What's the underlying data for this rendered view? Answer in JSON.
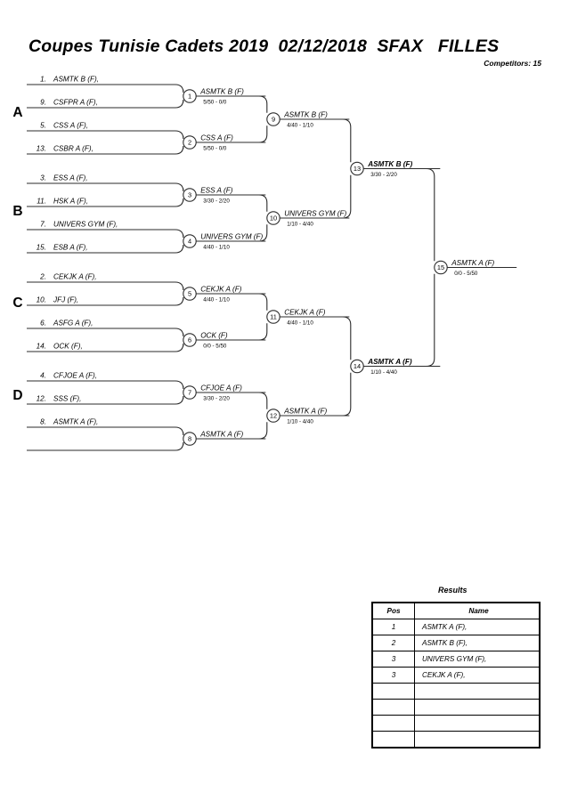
{
  "header": {
    "title": "Coupes Tunisie Cadets 2019  02/12/2018  SFAX   FILLES",
    "competitors_label": "Competitors: 15"
  },
  "groups": [
    {
      "letter": "A"
    },
    {
      "letter": "B"
    },
    {
      "letter": "C"
    },
    {
      "letter": "D"
    }
  ],
  "round1_entries": [
    {
      "seed": "1.",
      "name": "ASMTK B (F),"
    },
    {
      "seed": "9.",
      "name": "CSFPR A (F),"
    },
    {
      "seed": "5.",
      "name": "CSS A (F),"
    },
    {
      "seed": "13.",
      "name": "CSBR A (F),"
    },
    {
      "seed": "3.",
      "name": "ESS A (F),"
    },
    {
      "seed": "11.",
      "name": "HSK A (F),"
    },
    {
      "seed": "7.",
      "name": "UNIVERS GYM (F),"
    },
    {
      "seed": "15.",
      "name": "ESB A (F),"
    },
    {
      "seed": "2.",
      "name": "CEKJK A (F),"
    },
    {
      "seed": "10.",
      "name": "JFJ (F),"
    },
    {
      "seed": "6.",
      "name": "ASFG A (F),"
    },
    {
      "seed": "14.",
      "name": "OCK (F),"
    },
    {
      "seed": "4.",
      "name": "CFJOE A (F),"
    },
    {
      "seed": "12.",
      "name": "SSS (F),"
    },
    {
      "seed": "8.",
      "name": "ASMTK A (F),"
    },
    {
      "seed": "",
      "name": ""
    }
  ],
  "matches": [
    {
      "number": "1",
      "winner": "ASMTK B (F)",
      "score": "5/50 - 0/0",
      "bold": false
    },
    {
      "number": "2",
      "winner": "CSS A (F)",
      "score": "5/50 - 0/0",
      "bold": false
    },
    {
      "number": "3",
      "winner": "ESS A (F)",
      "score": "3/30 - 2/20",
      "bold": false
    },
    {
      "number": "4",
      "winner": "UNIVERS GYM (F)",
      "score": "4/40 - 1/10",
      "bold": false
    },
    {
      "number": "5",
      "winner": "CEKJK A (F)",
      "score": "4/40 - 1/10",
      "bold": false
    },
    {
      "number": "6",
      "winner": "OCK (F)",
      "score": "0/0 - 5/50",
      "bold": false
    },
    {
      "number": "7",
      "winner": "CFJOE A (F)",
      "score": "3/30 - 2/20",
      "bold": false
    },
    {
      "number": "8",
      "winner": "ASMTK A (F)",
      "score": "",
      "bold": false
    },
    {
      "number": "9",
      "winner": "ASMTK B (F)",
      "score": "4/40 - 1/10",
      "bold": false
    },
    {
      "number": "10",
      "winner": "UNIVERS GYM (F)",
      "score": "1/10 - 4/40",
      "bold": false
    },
    {
      "number": "11",
      "winner": "CEKJK A (F)",
      "score": "4/40 - 1/10",
      "bold": false
    },
    {
      "number": "12",
      "winner": "ASMTK A (F)",
      "score": "1/10 - 4/40",
      "bold": false
    },
    {
      "number": "13",
      "winner": "ASMTK B (F)",
      "score": "3/30 - 2/20",
      "bold": true
    },
    {
      "number": "14",
      "winner": "ASMTK A (F)",
      "score": "1/10 - 4/40",
      "bold": true
    },
    {
      "number": "15",
      "winner": "ASMTK A (F)",
      "score": "0/0 - 5/50",
      "bold": false
    }
  ],
  "results": {
    "title": "Results",
    "columns": [
      "Pos",
      "Name"
    ],
    "rows": [
      {
        "pos": "1",
        "name": "ASMTK A (F),"
      },
      {
        "pos": "2",
        "name": "ASMTK B (F),"
      },
      {
        "pos": "3",
        "name": "UNIVERS GYM (F),"
      },
      {
        "pos": "3",
        "name": "CEKJK A (F),"
      },
      {
        "pos": "",
        "name": ""
      },
      {
        "pos": "",
        "name": ""
      },
      {
        "pos": "",
        "name": ""
      },
      {
        "pos": "",
        "name": ""
      }
    ]
  }
}
